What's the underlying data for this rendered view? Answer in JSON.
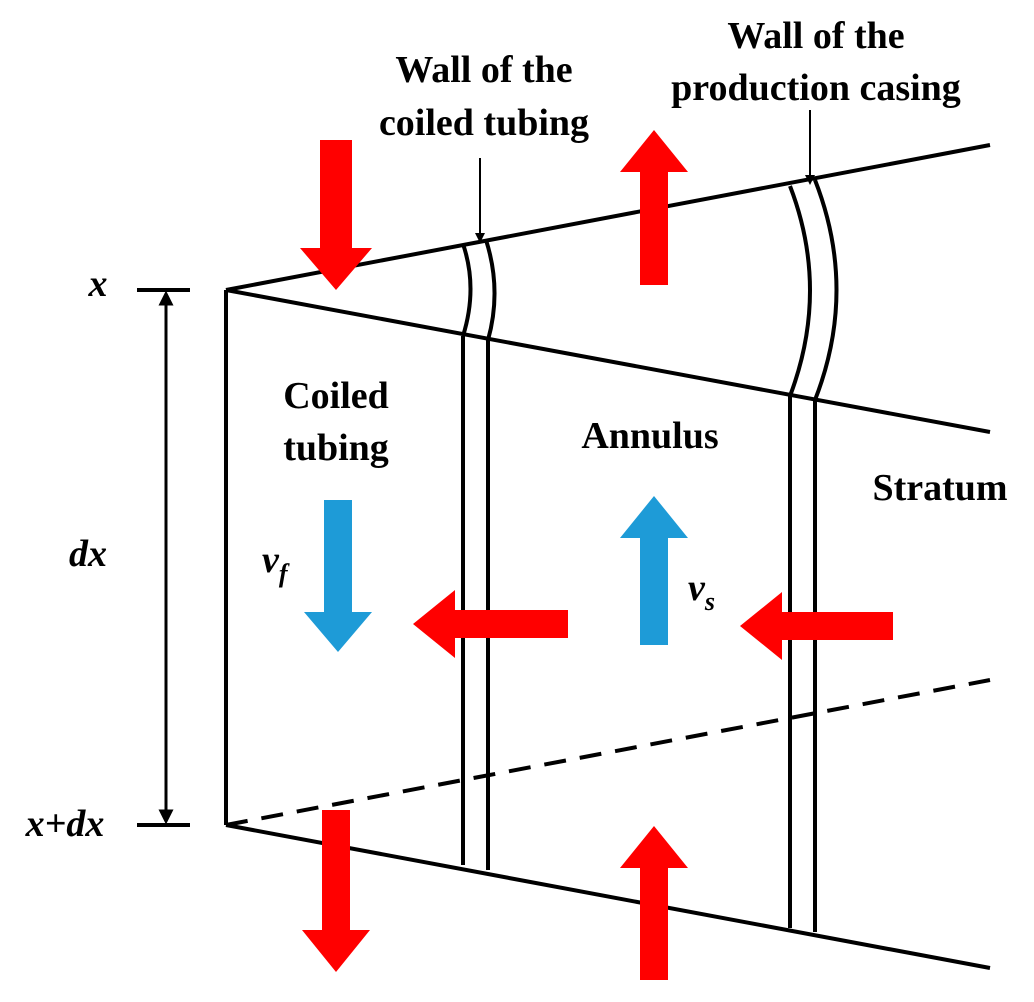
{
  "labels": {
    "wall_coiled_1": "Wall of the",
    "wall_coiled_2": "coiled tubing",
    "wall_casing_1": "Wall of the",
    "wall_casing_2": "production casing",
    "coiled_1": "Coiled",
    "coiled_2": "tubing",
    "annulus": "Annulus",
    "stratum": "Stratum",
    "x_top": "x",
    "dx": "dx",
    "x_bottom": "x+dx",
    "vf_base": "v",
    "vf_sub": "f",
    "vs_base": "v",
    "vs_sub": "s"
  },
  "colors": {
    "red_arrow": "#ff0000",
    "blue_arrow": "#1e9bd7",
    "line": "#000000"
  }
}
